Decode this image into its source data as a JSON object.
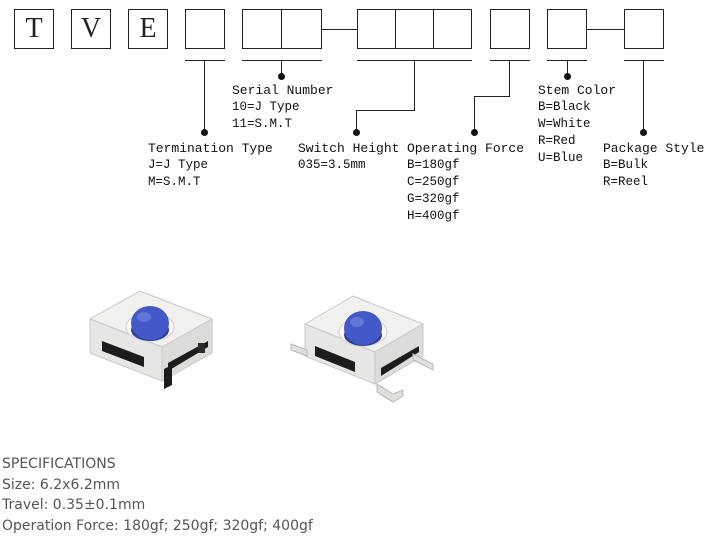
{
  "code": {
    "letters": [
      "T",
      "V",
      "E"
    ]
  },
  "labels": {
    "serial": {
      "title": "Serial Number",
      "opts": [
        "10=J Type",
        "11=S.M.T"
      ]
    },
    "termination": {
      "title": "Termination Type",
      "opts": [
        "J=J Type",
        "M=S.M.T"
      ]
    },
    "height": {
      "title": "Switch Height",
      "opts": [
        "035=3.5mm"
      ]
    },
    "force": {
      "title": "Operating Force",
      "opts": [
        "B=180gf",
        "C=250gf",
        "G=320gf",
        "H=400gf"
      ]
    },
    "stem": {
      "title": "Stem Color",
      "opts": [
        "B=Black",
        "W=White",
        "R=Red",
        "U=Blue"
      ]
    },
    "package": {
      "title": "Package Style",
      "opts": [
        "B=Bulk",
        "R=Reel"
      ]
    }
  },
  "specs": {
    "heading": "SPECIFICATIONS",
    "size": "Size:  6.2x6.2mm",
    "travel": "Travel:  0.35±0.1mm",
    "force": "Operation Force: 180gf;  250gf;  320gf;  400gf"
  },
  "colors": {
    "stem_blue": "#3f51c2",
    "body_white": "#f4f4f2",
    "body_black": "#1c1c1c"
  }
}
